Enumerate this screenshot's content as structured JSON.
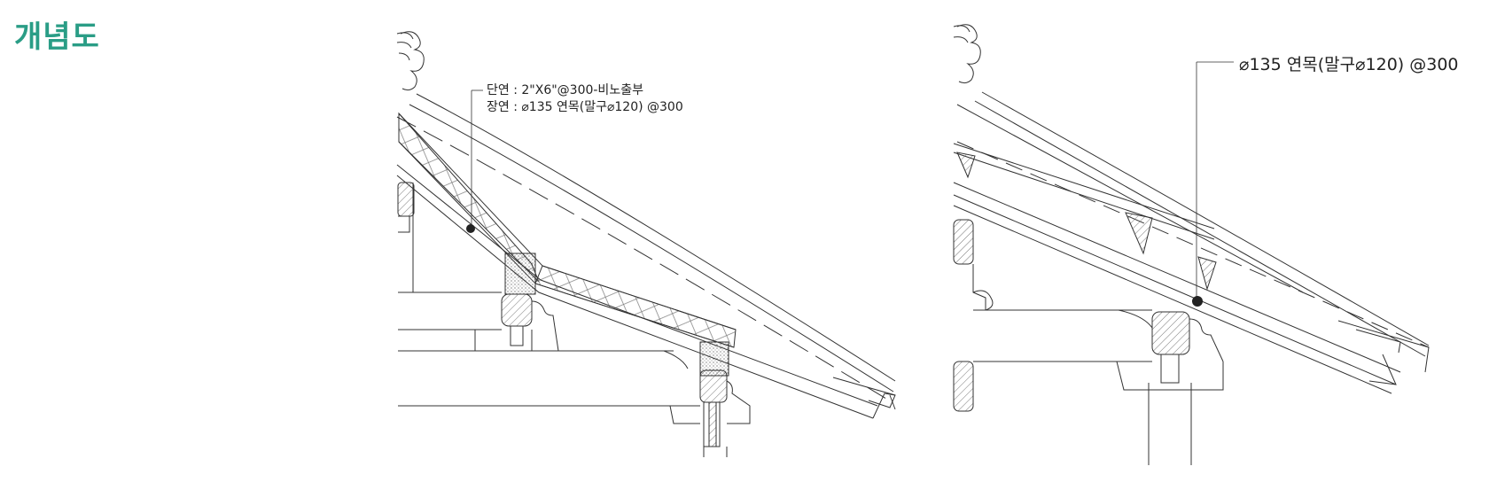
{
  "page": {
    "title": "개념도"
  },
  "callouts": {
    "left_line1": "단연 : 2\"X6\"@300-비노출부",
    "left_line2": "장연 : ⌀135 연목(말구⌀120) @300",
    "right": "⌀135 연목(말구⌀120) @300"
  },
  "colors": {
    "title": "#2a9d86",
    "line": "#333333"
  },
  "icons": {
    "rafter_marker": "filled-circle"
  }
}
